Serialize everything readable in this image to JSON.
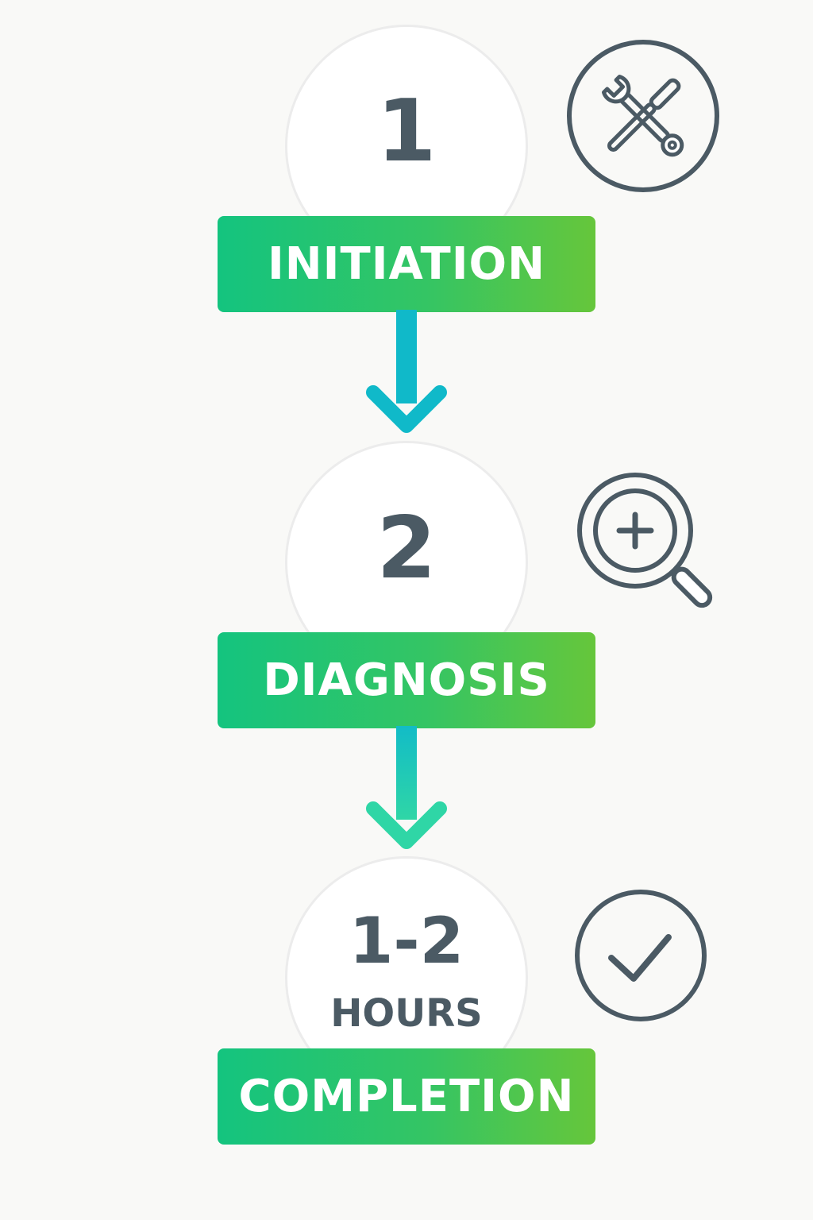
{
  "steps": [
    {
      "number": "1",
      "label": "INITIATION",
      "icon": "tools-icon"
    },
    {
      "number": "2",
      "label": "DIAGNOSIS",
      "icon": "zoom-in-icon"
    },
    {
      "number": "1-2",
      "unit": "HOURS",
      "label": "COMPLETION",
      "icon": "checkmark-icon"
    }
  ],
  "colors": {
    "background": "#f9f9f7",
    "label_gradient_start": "#14c47f",
    "label_gradient_end": "#66c63b",
    "number_text": "#4b5a64",
    "icon_stroke": "#4b5a64",
    "arrow_1": "#10b9c9",
    "arrow_2": "#2fd6a6"
  }
}
